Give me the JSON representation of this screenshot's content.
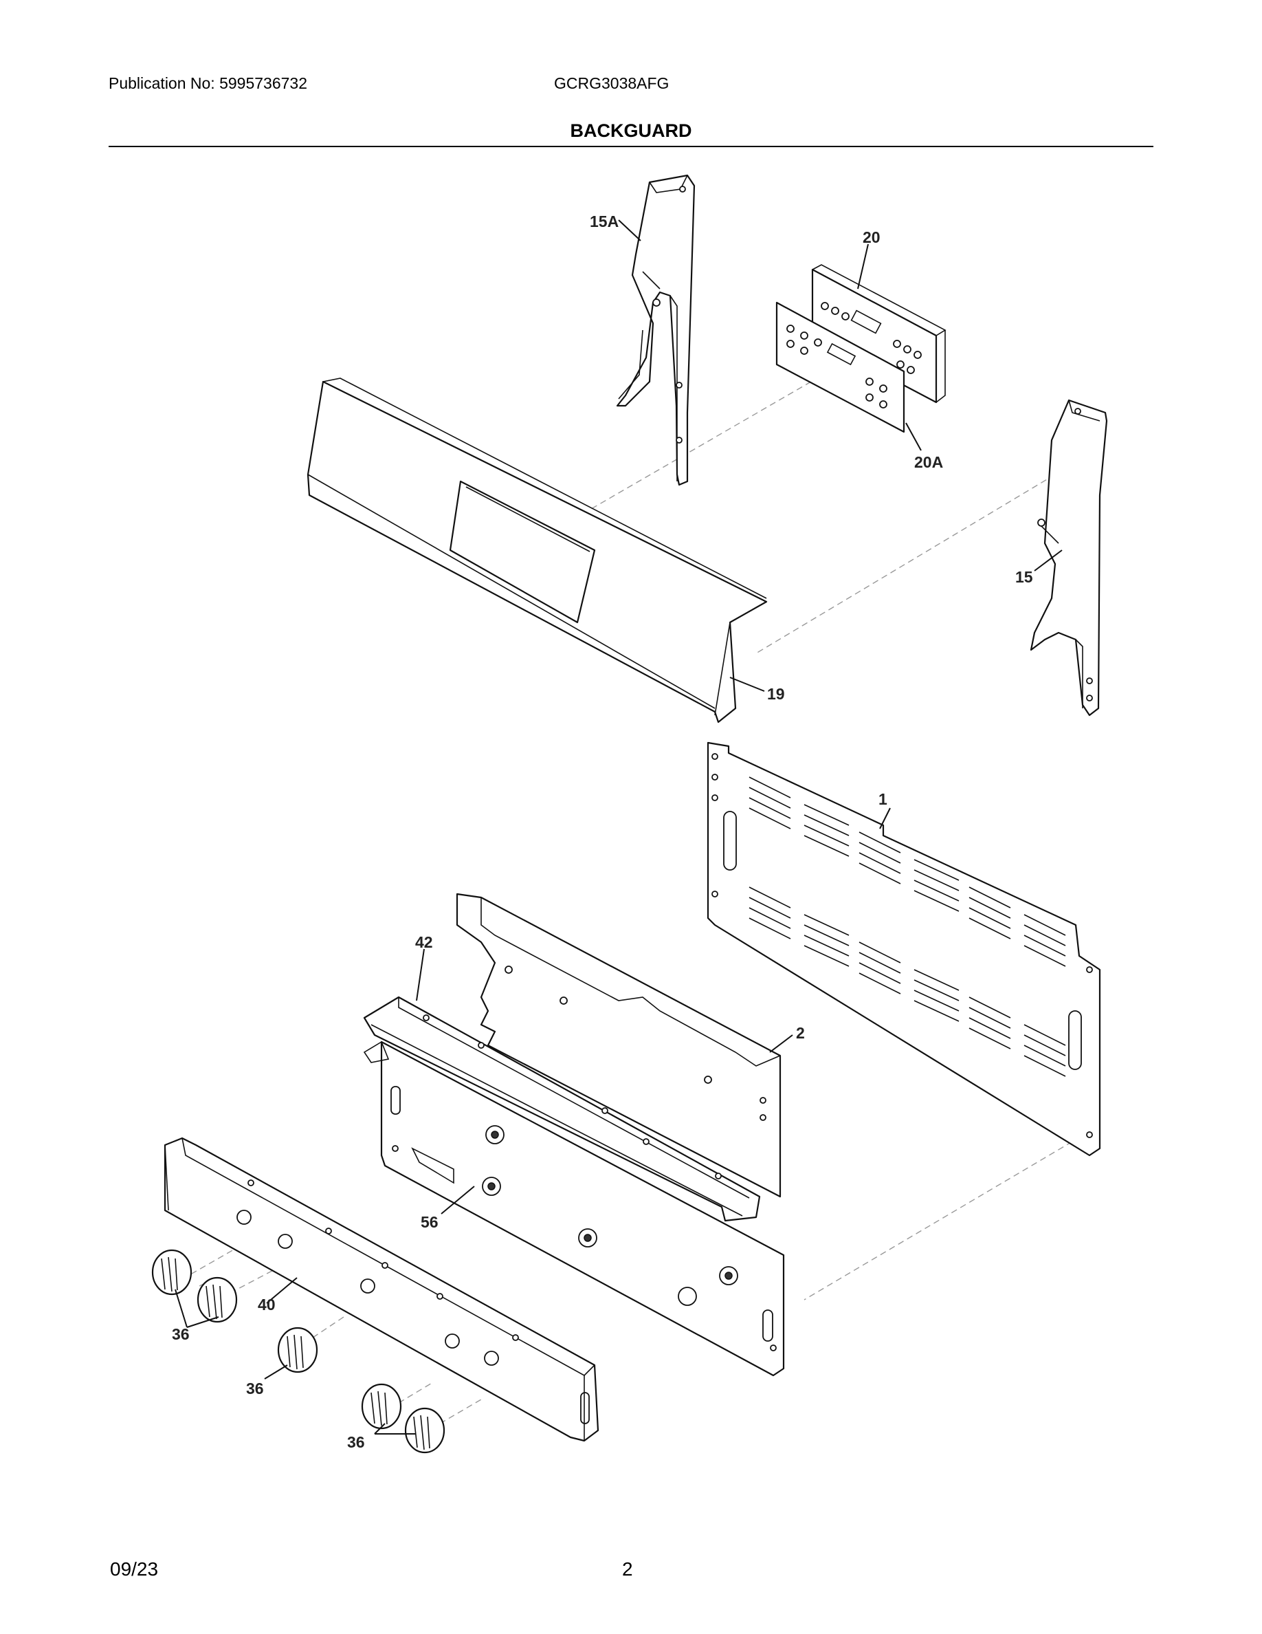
{
  "header": {
    "publication": "Publication No: 5995736732",
    "model": "GCRG3038AFG",
    "section_title": "BACKGUARD"
  },
  "footer": {
    "date": "09/23",
    "page": "2"
  },
  "callouts": {
    "c15A": "15A",
    "c20": "20",
    "c20A": "20A",
    "c15": "15",
    "c19": "19",
    "c1": "1",
    "c42": "42",
    "c2": "2",
    "c56": "56",
    "c40": "40",
    "c36a": "36",
    "c36b": "36",
    "c36c": "36"
  }
}
